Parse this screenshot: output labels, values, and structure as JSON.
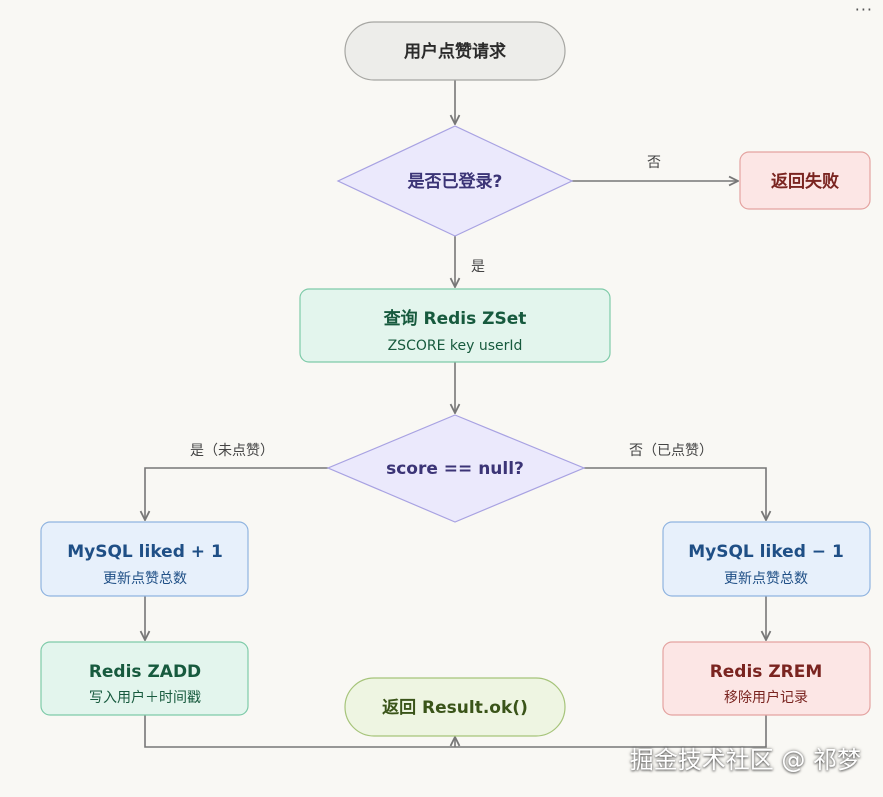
{
  "menu": {
    "more_label": "···"
  },
  "nodes": {
    "start": {
      "title": "用户点赞请求"
    },
    "login_check": {
      "title": "是否已登录?"
    },
    "return_fail": {
      "title": "返回失败"
    },
    "query_zset": {
      "title": "查询 Redis ZSet",
      "sub": "ZSCORE key userId"
    },
    "score_check": {
      "title": "score == null?"
    },
    "mysql_inc": {
      "title": "MySQL liked + 1",
      "sub": "更新点赞总数"
    },
    "mysql_dec": {
      "title": "MySQL liked − 1",
      "sub": "更新点赞总数"
    },
    "redis_zadd": {
      "title": "Redis ZADD",
      "sub": "写入用户＋时间戳"
    },
    "redis_zrem": {
      "title": "Redis ZREM",
      "sub": "移除用户记录"
    },
    "return_ok": {
      "title": "返回 Result.ok()"
    }
  },
  "edges": {
    "login_no": "否",
    "login_yes": "是",
    "score_yes": "是（未点赞）",
    "score_no": "否（已点赞）"
  },
  "colors": {
    "terminal_fill": "#ededea",
    "terminal_stroke": "#a6a6a2",
    "decision_fill": "#ebe9fc",
    "decision_stroke": "#a8a2e2",
    "decision_text": "#3b3476",
    "fail_fill": "#fce6e5",
    "fail_stroke": "#e4a3a0",
    "fail_text": "#7a2420",
    "green_fill": "#e3f5ed",
    "green_stroke": "#7fcba9",
    "green_text": "#175a3e",
    "blue_fill": "#e7f0fb",
    "blue_stroke": "#90b4e0",
    "blue_text": "#1f4f86",
    "ok_fill": "#eef5e2",
    "ok_stroke": "#a6c47a",
    "ok_text": "#3a5419",
    "edge": "#777777"
  },
  "watermark": "掘金技术社区 @ 祁梦"
}
